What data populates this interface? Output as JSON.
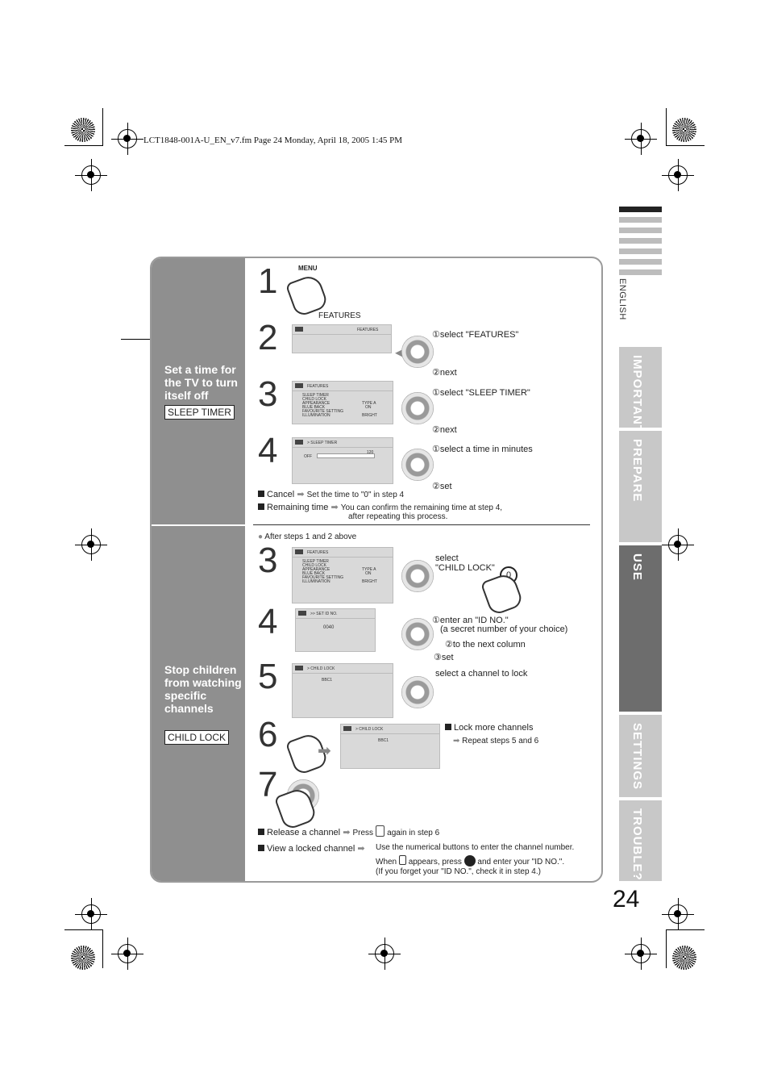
{
  "header": "LCT1848-001A-U_EN_v7.fm  Page 24  Monday, April 18, 2005  1:45 PM",
  "sidebar_tabs": {
    "english": "ENGLISH",
    "important": "IMPORTANT!",
    "prepare": "PREPARE",
    "use": "USE",
    "settings": "SETTINGS",
    "trouble": "TROUBLE?"
  },
  "page_number": "24",
  "section1": {
    "title": "Set a time for the TV to turn itself off",
    "label": "SLEEP TIMER",
    "step1": "1",
    "menu_label": "MENU",
    "step2": "2",
    "features_caption": "FEATURES",
    "step2_a": "①select \"FEATURES\"",
    "step2_b": "②next",
    "step3": "3",
    "step3_a": "①select \"SLEEP TIMER\"",
    "step3_b": "②next",
    "step4": "4",
    "step4_a": "①select a time in minutes",
    "step4_b": "②set",
    "cancel_label": "Cancel",
    "cancel_text": "Set the time to \"0\" in step 4",
    "remaining_label": "Remaining time",
    "remaining_text1": "You can confirm the remaining time at step 4,",
    "remaining_text2": "after repeating this process."
  },
  "section2": {
    "title": "Stop children from watching specific channels",
    "label": "CHILD LOCK",
    "after_steps": "After steps 1 and 2 above",
    "step3": "3",
    "step3_a": "select",
    "step3_b": "\"CHILD LOCK\"",
    "step4": "4",
    "step4_a": "①enter an \"ID NO.\"",
    "step4_b": "(a secret number of your choice)",
    "step4_c": "②to the next column",
    "step4_d": "③set",
    "step5": "5",
    "step5_a": "select a channel to lock",
    "step6": "6",
    "lock_more": "Lock more channels",
    "repeat": "Repeat steps 5 and 6",
    "step7": "7",
    "release_label": "Release a channel",
    "release_text1": "Press",
    "release_text2": "again in step 6",
    "view_label": "View a locked channel",
    "view_text1": "Use the numerical buttons to enter the channel number.",
    "view_text2a": "When",
    "view_text2b": "appears, press",
    "view_text2c": "and enter your \"ID NO.\".",
    "view_text3": "(If you forget your \"ID NO.\", check it in step 4.)"
  },
  "screens": {
    "features": "FEATURES",
    "sleep_timer": "SLEEP TIMER",
    "child_lock": "CHILD LOCK",
    "appearance": "APPEARANCE",
    "blue_back": "BLUE BACK",
    "favourite": "FAVOURITE SETTING",
    "illumination": "ILLUMINATION",
    "type_a": "TYPE A",
    "on": "ON",
    "bright": "BRIGHT",
    "sleep_path": "> SLEEP TIMER",
    "off": "OFF",
    "max": "120",
    "child_path": "> CHILD LOCK",
    "id_path": ">> SET ID NO.",
    "id_value": "0040",
    "bbc": "BBC1",
    "zero": "0"
  }
}
